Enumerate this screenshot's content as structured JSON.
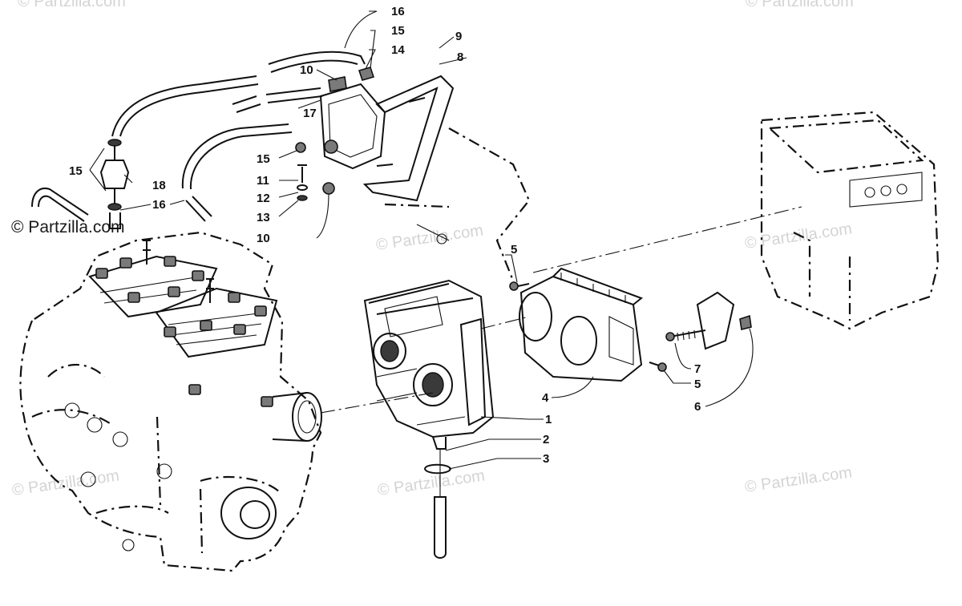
{
  "copyright": "© Partzilla.com",
  "watermark": "© Partzilla.com",
  "callouts": {
    "c1": "1",
    "c2": "2",
    "c3": "3",
    "c4": "4",
    "c5a": "5",
    "c5b": "5",
    "c6": "6",
    "c7": "7",
    "c8": "8",
    "c9": "9",
    "c10a": "10",
    "c10b": "10",
    "c11": "11",
    "c12": "12",
    "c13": "13",
    "c14": "14",
    "c15a": "15",
    "c15b": "15",
    "c15c": "15",
    "c16a": "16",
    "c16b": "16",
    "c17": "17",
    "c18": "18"
  }
}
